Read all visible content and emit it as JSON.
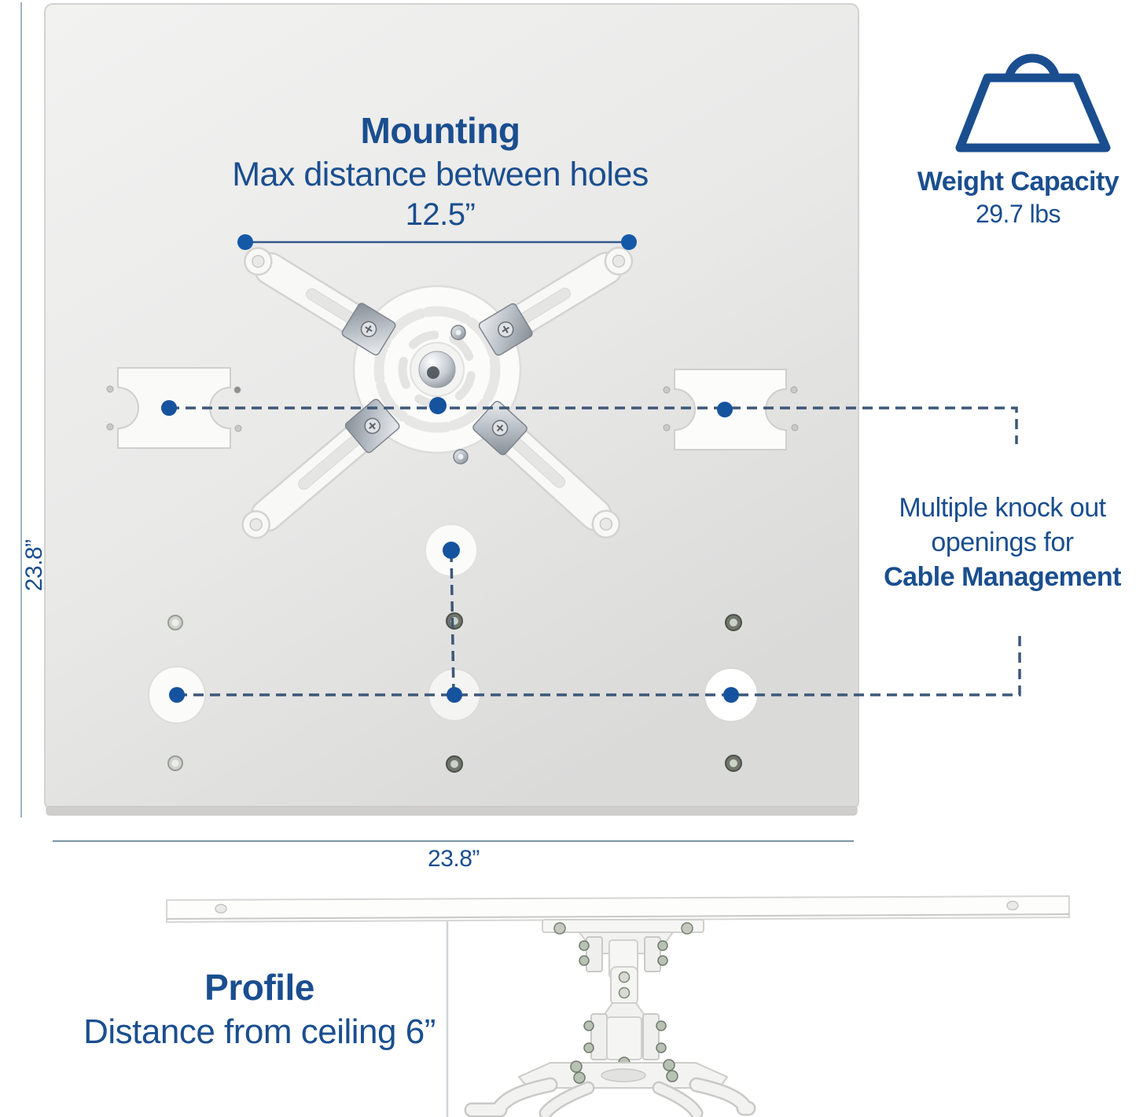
{
  "colors": {
    "accent_blue": "#1a4e8f",
    "dot_blue": "#16539e",
    "dash_line": "#3c5878",
    "dimension_line": "#8fa6b8",
    "plate_gray": "#e9e9e8"
  },
  "icons": {
    "weight": "weight-icon"
  },
  "top_view": {
    "heading": {
      "title": "Mounting",
      "subtitle": "Max distance between holes",
      "value": "12.5”"
    },
    "plate_height_label": "23.8”",
    "plate_width_label": "23.8”"
  },
  "weight_capacity": {
    "label": "Weight Capacity",
    "value": "29.7 lbs"
  },
  "cable_management": {
    "line1": "Multiple knock out",
    "line2": "openings for",
    "line3": "Cable Management"
  },
  "profile": {
    "title": "Profile",
    "subtitle": "Distance from ceiling 6”"
  }
}
